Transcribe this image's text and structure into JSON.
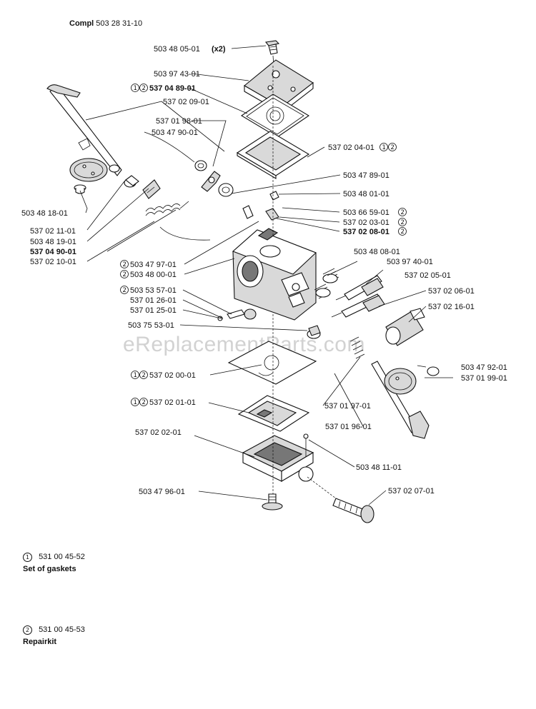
{
  "header": {
    "compl_label": "Compl",
    "compl_number": "503 28 31-10"
  },
  "watermark": "eReplacementParts.com",
  "labels": {
    "p_503480501": "503 48 05-01",
    "p_503480501_qty": "(x2)",
    "p_503974301": "503 97 43-01",
    "p_537048901": "537 04 89-01",
    "p_537020901": "537 02 09-01",
    "p_537019801": "537 01 98-01",
    "p_503479001": "503 47 90-01",
    "p_537020401": "537 02 04-01",
    "p_503478901": "503 47 89-01",
    "p_503480101": "503 48 01-01",
    "p_503481801": "503 48 18-01",
    "p_503665901": "503 66 59-01",
    "p_537020301": "537 02 03-01",
    "p_537020801": "537 02 08-01",
    "p_537021101": "537 02 11-01",
    "p_503481901": "503 48 19-01",
    "p_537049001": "537 04 90-01",
    "p_537021001": "537 02 10-01",
    "p_503479701": "503 47 97-01",
    "p_503480001": "503 48 00-01",
    "p_503480801": "503 48 08-01",
    "p_503974001": "503 97 40-01",
    "p_537020501": "537 02 05-01",
    "p_503535701": "503 53 57-01",
    "p_537012601": "537 01 26-01",
    "p_537012501": "537 01 25-01",
    "p_537020601": "537 02 06-01",
    "p_503755301": "503 75 53-01",
    "p_537021601": "537 02 16-01",
    "p_503479201": "503 47 92-01",
    "p_537019901": "537 01 99-01",
    "p_537020001": "537 02 00-01",
    "p_537019701": "537 01 97-01",
    "p_537020101": "537 02 01-01",
    "p_537019601": "537 01 96-01",
    "p_537020201": "537 02 02-01",
    "p_503481101": "503 48 11-01",
    "p_537020701": "537 02 07-01",
    "p_503479601": "503 47 96-01"
  },
  "kit_marks": {
    "one": "①",
    "two": "②",
    "1": "1",
    "2": "2"
  },
  "legend": [
    {
      "mark": "1",
      "number": "531 00 45-52",
      "name": "Set of gaskets"
    },
    {
      "mark": "2",
      "number": "531 00 45-53",
      "name": "Repairkit"
    }
  ]
}
